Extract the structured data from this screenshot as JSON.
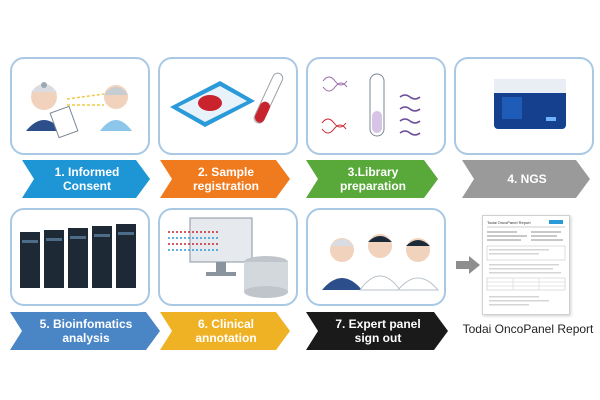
{
  "steps": [
    {
      "label": "1. Informed\nConsent",
      "color": "#1e96d6"
    },
    {
      "label": "2. Sample\nregistration",
      "color": "#f07a1e"
    },
    {
      "label": "3.Library\npreparation",
      "color": "#58a83a"
    },
    {
      "label": "4. NGS",
      "color": "#9a9a9a"
    },
    {
      "label": "5. Bioinfomatics\nanalysis",
      "color": "#4a86c6"
    },
    {
      "label": "6. Clinical\nannotation",
      "color": "#efb224"
    },
    {
      "label": "7. Expert panel\nsign out",
      "color": "#1a1a1a"
    }
  ],
  "report": {
    "caption": "Todai OncoPanel Report",
    "header_title": "Todai OncoPanel Report"
  },
  "icons": {
    "step1": "doctor-patient-consent-icon",
    "step2": "tissue-slide-and-test-tube-icon",
    "step3": "dna-library-tube-icon",
    "step4": "sequencer-machine-icon",
    "step5": "server-racks-icon",
    "step6": "monitor-and-database-icon",
    "step7": "expert-panel-doctors-icon",
    "arrow": "gray-right-arrow-icon"
  }
}
